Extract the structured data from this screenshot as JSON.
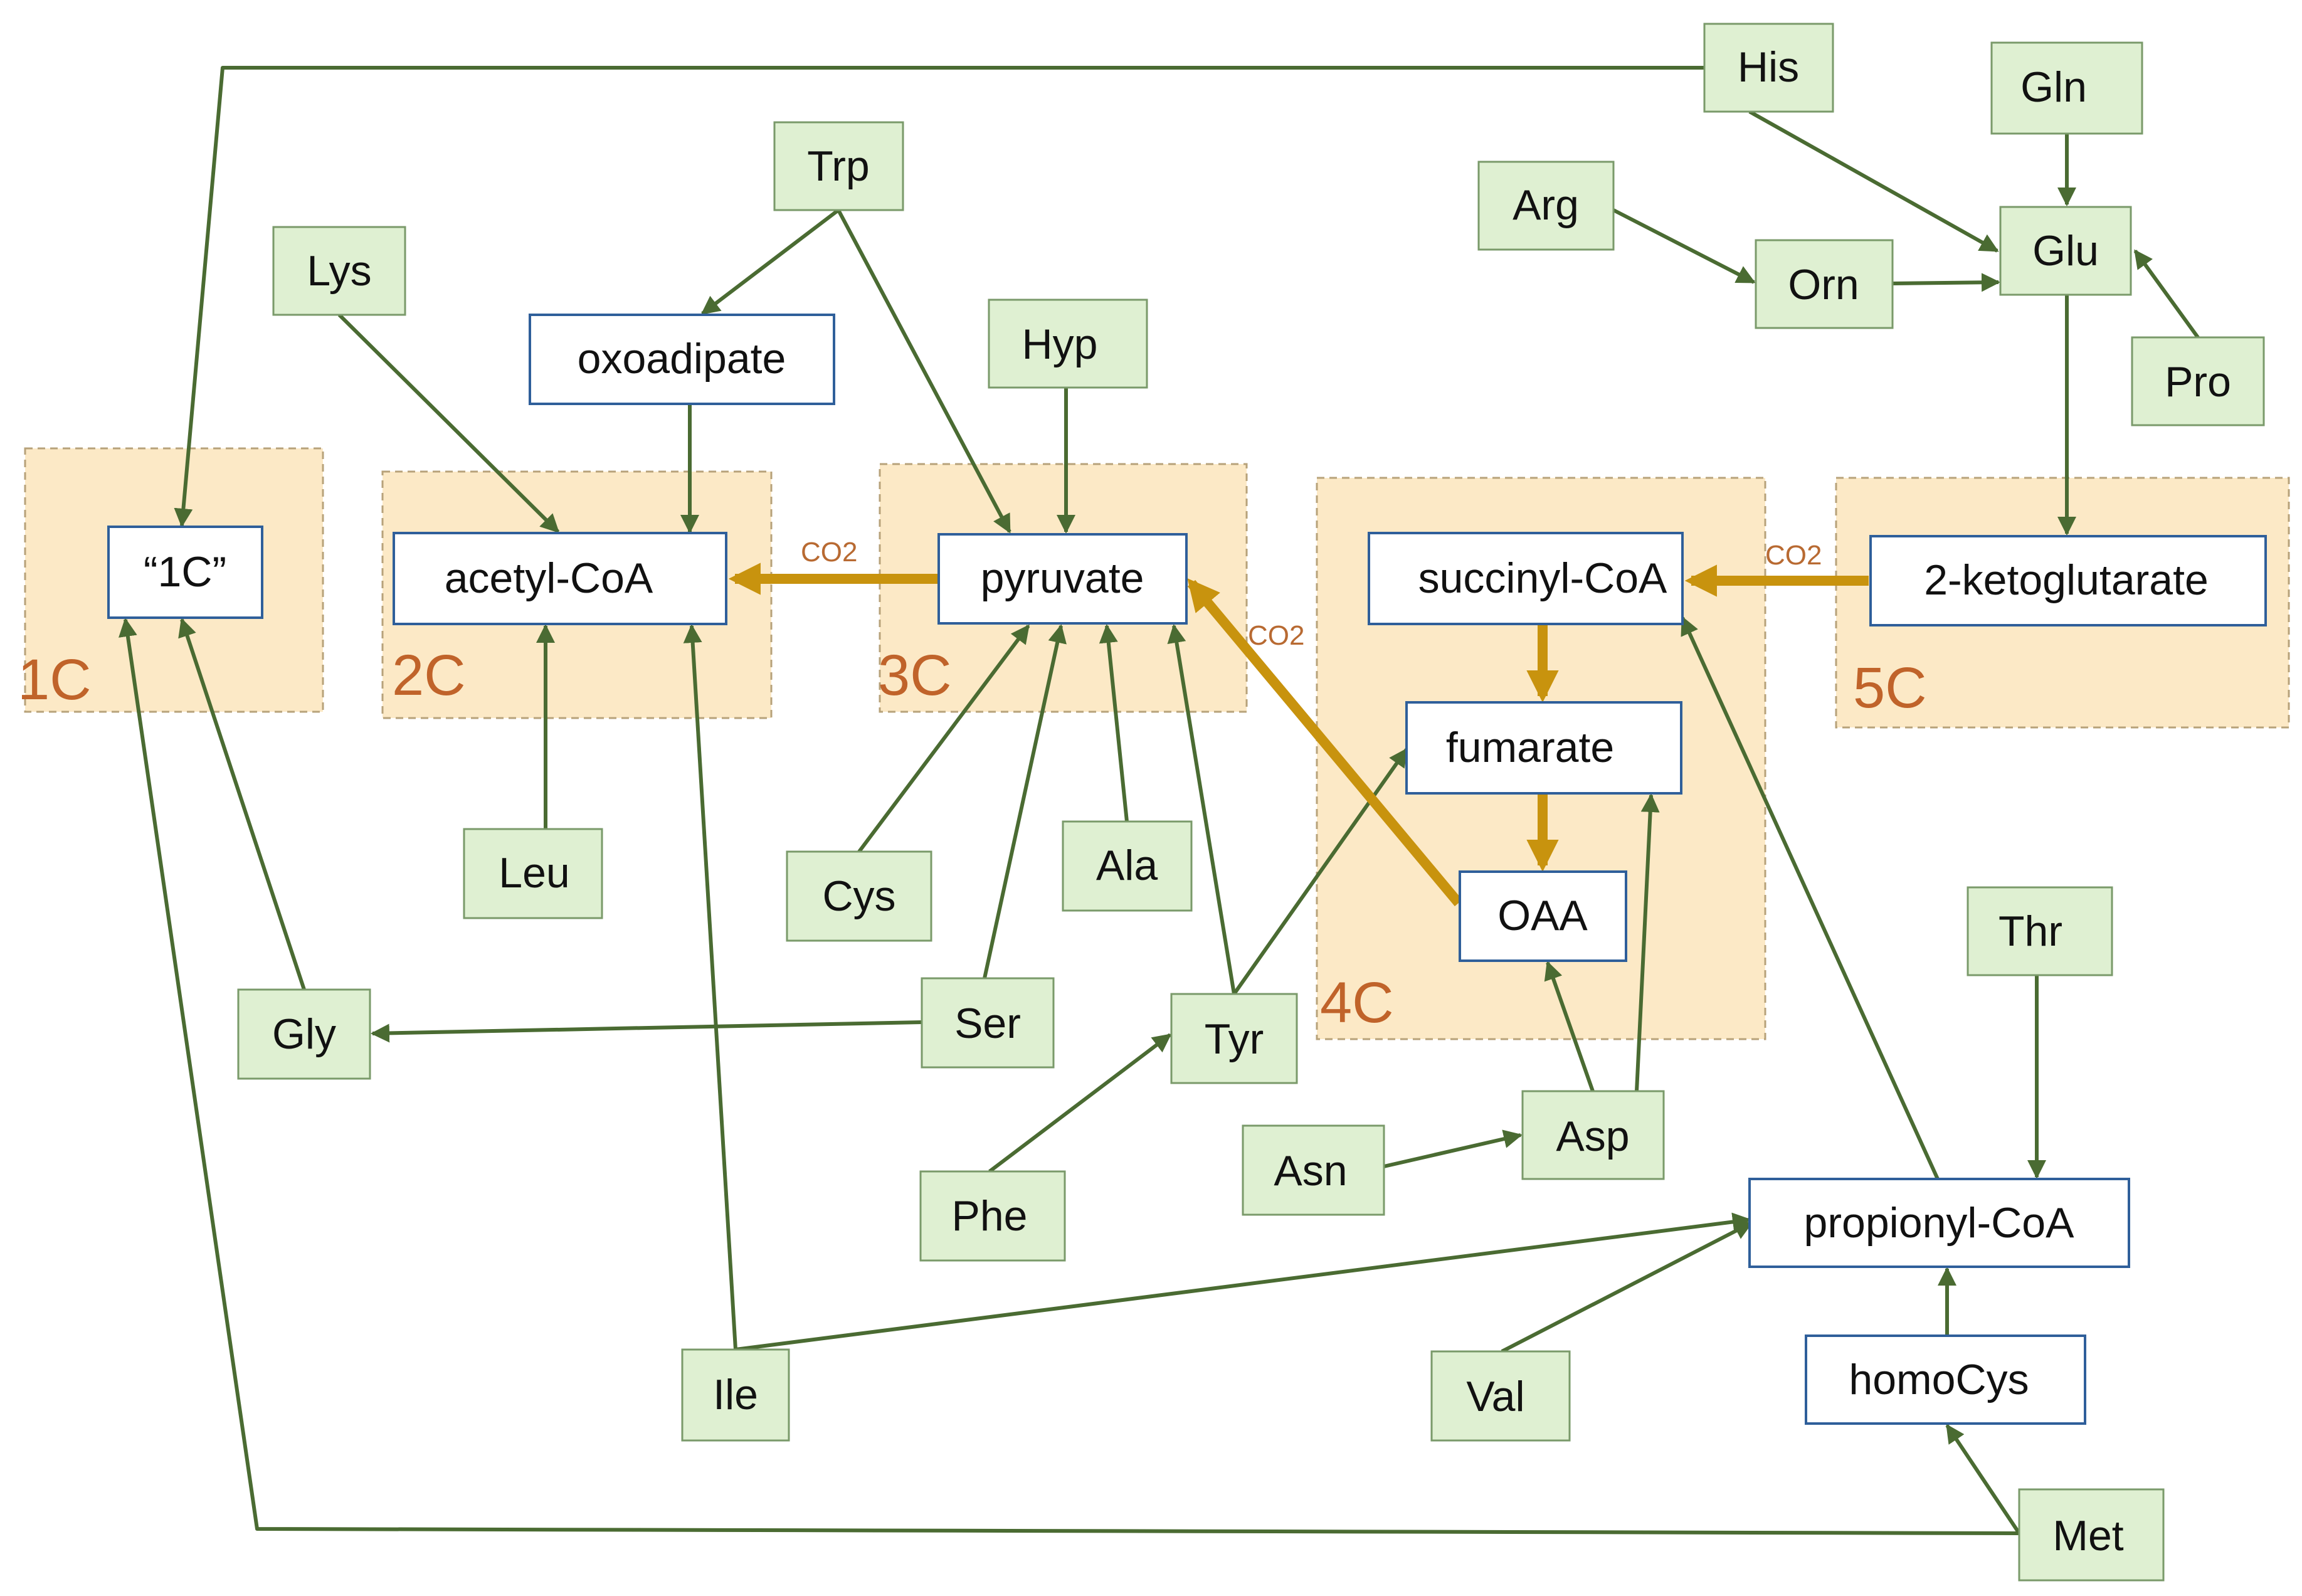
{
  "colors": {
    "arrow_green": "#4a6b32",
    "arrow_gold": "#c8930e",
    "group_label": "#c0632a",
    "co2_label": "#b86a32"
  },
  "groups": [
    {
      "id": "g1c",
      "label": "1C"
    },
    {
      "id": "g2c",
      "label": "2C"
    },
    {
      "id": "g3c",
      "label": "3C"
    },
    {
      "id": "g4c",
      "label": "4C"
    },
    {
      "id": "g5c",
      "label": "5C"
    }
  ],
  "metabolites": [
    {
      "id": "oneC",
      "label": "“1C”"
    },
    {
      "id": "acetylcoa",
      "label": "acetyl-CoA"
    },
    {
      "id": "oxoadipate",
      "label": "oxoadipate"
    },
    {
      "id": "pyruvate",
      "label": "pyruvate"
    },
    {
      "id": "succinylcoa",
      "label": "succinyl-CoA"
    },
    {
      "id": "fumarate",
      "label": "fumarate"
    },
    {
      "id": "oaa",
      "label": "OAA"
    },
    {
      "id": "ketoglutarate",
      "label": "2-ketoglutarate"
    },
    {
      "id": "propionylcoa",
      "label": "propionyl-CoA"
    },
    {
      "id": "homocys",
      "label": "homoCys"
    }
  ],
  "amino_acids": [
    {
      "id": "his",
      "label": "His"
    },
    {
      "id": "gln",
      "label": "Gln"
    },
    {
      "id": "trp",
      "label": "Trp"
    },
    {
      "id": "arg",
      "label": "Arg"
    },
    {
      "id": "glu",
      "label": "Glu"
    },
    {
      "id": "orn",
      "label": "Orn"
    },
    {
      "id": "lys",
      "label": "Lys"
    },
    {
      "id": "hyp",
      "label": "Hyp"
    },
    {
      "id": "pro",
      "label": "Pro"
    },
    {
      "id": "leu",
      "label": "Leu"
    },
    {
      "id": "cys",
      "label": "Cys"
    },
    {
      "id": "ala",
      "label": "Ala"
    },
    {
      "id": "gly",
      "label": "Gly"
    },
    {
      "id": "ser",
      "label": "Ser"
    },
    {
      "id": "tyr",
      "label": "Tyr"
    },
    {
      "id": "thr",
      "label": "Thr"
    },
    {
      "id": "asn",
      "label": "Asn"
    },
    {
      "id": "asp",
      "label": "Asp"
    },
    {
      "id": "phe",
      "label": "Phe"
    },
    {
      "id": "ile",
      "label": "Ile"
    },
    {
      "id": "val",
      "label": "Val"
    },
    {
      "id": "met",
      "label": "Met"
    }
  ],
  "co2_labels": [
    {
      "id": "co2_a",
      "text": "CO2"
    },
    {
      "id": "co2_b",
      "text": "CO2"
    },
    {
      "id": "co2_c",
      "text": "CO2"
    }
  ],
  "edges": [
    {
      "from": "his",
      "to": "oneC",
      "style": "green"
    },
    {
      "from": "his",
      "to": "glu",
      "style": "green"
    },
    {
      "from": "gln",
      "to": "glu",
      "style": "green"
    },
    {
      "from": "arg",
      "to": "orn",
      "style": "green"
    },
    {
      "from": "orn",
      "to": "glu",
      "style": "green"
    },
    {
      "from": "pro",
      "to": "glu",
      "style": "green"
    },
    {
      "from": "glu",
      "to": "ketoglutarate",
      "style": "green"
    },
    {
      "from": "trp",
      "to": "oxoadipate",
      "style": "green"
    },
    {
      "from": "trp",
      "to": "pyruvate",
      "style": "green"
    },
    {
      "from": "lys",
      "to": "acetylcoa",
      "style": "green"
    },
    {
      "from": "oxoadipate",
      "to": "acetylcoa",
      "style": "green"
    },
    {
      "from": "hyp",
      "to": "pyruvate",
      "style": "green"
    },
    {
      "from": "leu",
      "to": "acetylcoa",
      "style": "green"
    },
    {
      "from": "ile",
      "to": "acetylcoa",
      "style": "green"
    },
    {
      "from": "ile",
      "to": "propionylcoa",
      "style": "green"
    },
    {
      "from": "cys",
      "to": "pyruvate",
      "style": "green"
    },
    {
      "from": "ser",
      "to": "pyruvate",
      "style": "green"
    },
    {
      "from": "ala",
      "to": "pyruvate",
      "style": "green"
    },
    {
      "from": "tyr",
      "to": "pyruvate",
      "style": "green"
    },
    {
      "from": "tyr",
      "to": "fumarate",
      "style": "green"
    },
    {
      "from": "phe",
      "to": "tyr",
      "style": "green"
    },
    {
      "from": "ser",
      "to": "gly",
      "style": "green"
    },
    {
      "from": "gly",
      "to": "oneC",
      "style": "green"
    },
    {
      "from": "met",
      "to": "oneC",
      "style": "green"
    },
    {
      "from": "met",
      "to": "homocys",
      "style": "green"
    },
    {
      "from": "homocys",
      "to": "propionylcoa",
      "style": "green"
    },
    {
      "from": "thr",
      "to": "propionylcoa",
      "style": "green"
    },
    {
      "from": "val",
      "to": "propionylcoa",
      "style": "green"
    },
    {
      "from": "propionylcoa",
      "to": "succinylcoa",
      "style": "green"
    },
    {
      "from": "asn",
      "to": "asp",
      "style": "green"
    },
    {
      "from": "asp",
      "to": "oaa",
      "style": "green"
    },
    {
      "from": "asp",
      "to": "fumarate",
      "style": "green"
    },
    {
      "from": "pyruvate",
      "to": "acetylcoa",
      "style": "gold"
    },
    {
      "from": "ketoglutarate",
      "to": "succinylcoa",
      "style": "gold"
    },
    {
      "from": "succinylcoa",
      "to": "fumarate",
      "style": "gold"
    },
    {
      "from": "fumarate",
      "to": "oaa",
      "style": "gold"
    },
    {
      "from": "oaa",
      "to": "pyruvate",
      "style": "gold"
    }
  ]
}
